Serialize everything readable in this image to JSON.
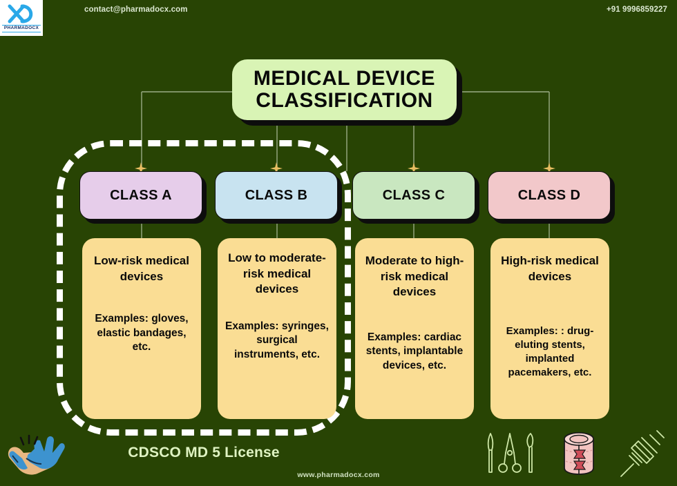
{
  "header": {
    "logo_word": "PHARMADOCX",
    "email": "contact@pharmadocx.com",
    "phone": "+91 9996859227"
  },
  "title": "MEDICAL DEVICE CLASSIFICATION",
  "classes": [
    {
      "chip_label": "CLASS A",
      "chip_color": "#e6cdea",
      "risk": "Low-risk medical devices",
      "examples": "Examples: gloves, elastic bandages, etc."
    },
    {
      "chip_label": "CLASS B",
      "chip_color": "#c8e3f0",
      "risk": "Low to moderate-risk medical devices",
      "examples": "Examples: syringes, surgical instruments, etc."
    },
    {
      "chip_label": "CLASS C",
      "chip_color": "#c9e7c0",
      "risk": "Moderate to high-risk medical devices",
      "examples": "Examples: cardiac stents, implantable devices,  etc."
    },
    {
      "chip_label": "CLASS D",
      "chip_color": "#f2c8ca",
      "risk": "High-risk medical devices",
      "examples": "Examples: : drug-eluting stents, implanted pacemakers, etc."
    }
  ],
  "highlight": {
    "license_label": "CDSCO MD 5 License"
  },
  "footer": {
    "site_url": "www.pharmadocx.com"
  },
  "icons": {
    "gloves": "medical-gloves-icon",
    "tools": "surgical-instruments-icon",
    "bandage": "bandage-roll-icon",
    "syringe": "syringe-icon",
    "sparkle": "sparkle-icon"
  },
  "colors": {
    "background": "#284404",
    "title_card": "#d9f4b5",
    "card": "#fadd94",
    "dashed_border": "#ffffff",
    "license_text": "#dff3c2"
  }
}
